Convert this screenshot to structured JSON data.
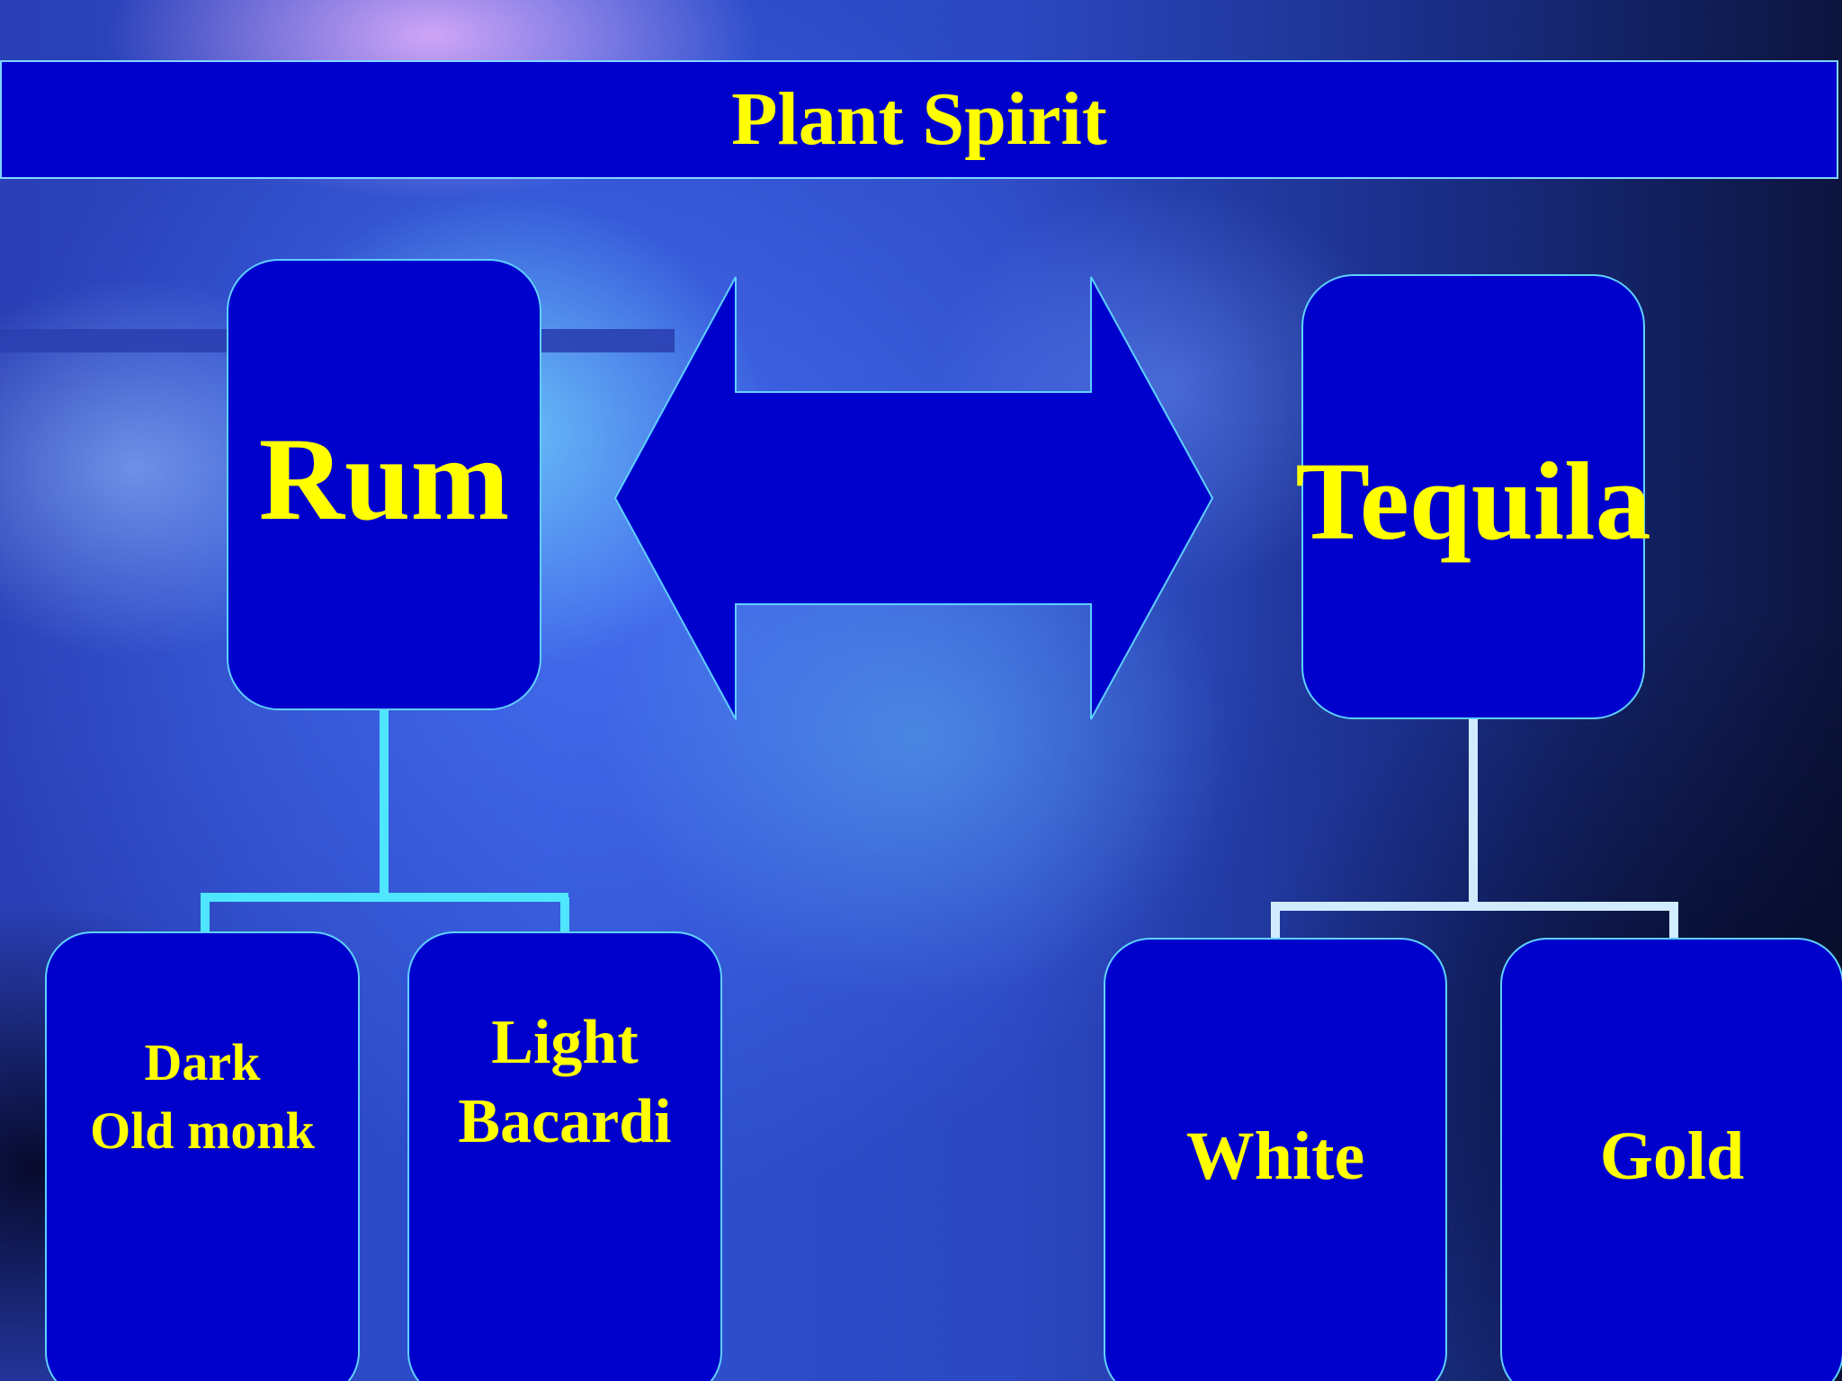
{
  "title": "Plant Spirit",
  "colors": {
    "box_fill": "#0000cc",
    "text": "#ffff00",
    "rum_connector": "#4fe6ff",
    "tequila_connector": "#d2ecff"
  },
  "nodes": {
    "rum": {
      "label": "Rum"
    },
    "tequila": {
      "label": "Tequila"
    },
    "rum_children": [
      {
        "line1": "Dark",
        "line2": "Old monk"
      },
      {
        "line1": "Light",
        "line2": "Bacardi"
      }
    ],
    "tequila_children": [
      {
        "label": "White"
      },
      {
        "label": "Gold"
      }
    ]
  },
  "icons": {
    "arrow": "double-headed-arrow-icon"
  }
}
